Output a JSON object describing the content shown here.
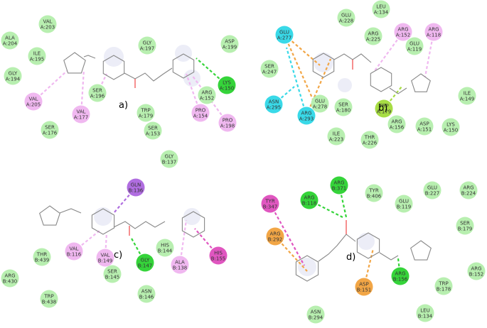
{
  "colors": {
    "green_light": "#b8efb0",
    "green_bright": "#35d43a",
    "pink": "#f0b8f0",
    "pink_dark": "#e056c0",
    "purple": "#b06de0",
    "cyan": "#39d9e8",
    "orange": "#f2a646",
    "yellowgreen": "#a7dd44"
  },
  "panels": [
    {
      "label": "a)",
      "residues": [
        {
          "id": "a_ala204",
          "l1": "ALA",
          "l2": "A:204",
          "type": "green_light"
        },
        {
          "id": "a_val203",
          "l1": "VAL",
          "l2": "A:203",
          "type": "green_light"
        },
        {
          "id": "a_ile195",
          "l1": "ILE",
          "l2": "A:195",
          "type": "green_light"
        },
        {
          "id": "a_gly194",
          "l1": "GLY",
          "l2": "A:194",
          "type": "green_light"
        },
        {
          "id": "a_val205",
          "l1": "VAL",
          "l2": "A:205",
          "type": "pink"
        },
        {
          "id": "a_ser176",
          "l1": "SER",
          "l2": "A:176",
          "type": "green_light"
        },
        {
          "id": "a_val177",
          "l1": "VAL",
          "l2": "A:177",
          "type": "pink"
        },
        {
          "id": "a_ser196",
          "l1": "SER",
          "l2": "A:196",
          "type": "green_light"
        },
        {
          "id": "a_gly197",
          "l1": "GLY",
          "l2": "A:197",
          "type": "green_light"
        },
        {
          "id": "a_asp199",
          "l1": "ASP",
          "l2": "A:199",
          "type": "green_light"
        },
        {
          "id": "a_lys150",
          "l1": "LYS",
          "l2": "A:150",
          "type": "green_bright"
        },
        {
          "id": "a_arg152",
          "l1": "ARG",
          "l2": "A:152",
          "type": "green_light"
        },
        {
          "id": "a_pro154",
          "l1": "PRO",
          "l2": "A:154",
          "type": "pink"
        },
        {
          "id": "a_pro198",
          "l1": "PRO",
          "l2": "A:198",
          "type": "pink"
        },
        {
          "id": "a_trp179",
          "l1": "TRP",
          "l2": "A:179",
          "type": "green_light"
        },
        {
          "id": "a_ser153",
          "l1": "SER",
          "l2": "A:153",
          "type": "green_light"
        }
      ]
    },
    {
      "label": "b)",
      "residues": [
        {
          "id": "b_leu134",
          "l1": "LEU",
          "l2": "A:134",
          "type": "green_light"
        },
        {
          "id": "b_glu228",
          "l1": "GLU",
          "l2": "A:228",
          "type": "green_light"
        },
        {
          "id": "b_glu277",
          "l1": "GLU",
          "l2": "A:277",
          "type": "cyan"
        },
        {
          "id": "b_arg225",
          "l1": "ARG",
          "l2": "A:225",
          "type": "green_light"
        },
        {
          "id": "b_arg152",
          "l1": "ARG",
          "l2": "A:152",
          "type": "pink"
        },
        {
          "id": "b_arg118",
          "l1": "ARG",
          "l2": "A:118",
          "type": "pink"
        },
        {
          "id": "b_glu119",
          "l1": "GLU",
          "l2": "A:119",
          "type": "green_light"
        },
        {
          "id": "b_ser247",
          "l1": "SER",
          "l2": "A:247",
          "type": "green_light"
        },
        {
          "id": "b_asn295",
          "l1": "ASN",
          "l2": "A:295",
          "type": "cyan"
        },
        {
          "id": "b_glu278",
          "l1": "GLU",
          "l2": "A:278",
          "type": "green_light"
        },
        {
          "id": "b_arg293",
          "l1": "ARG",
          "l2": "A:293",
          "type": "cyan"
        },
        {
          "id": "b_ser180",
          "l1": "SER",
          "l2": "A:180",
          "type": "green_light"
        },
        {
          "id": "b_trp179",
          "l1": "TRP",
          "l2": "A:179",
          "type": "yellowgreen"
        },
        {
          "id": "b_ile149",
          "l1": "ILE",
          "l2": "A:149",
          "type": "green_light"
        },
        {
          "id": "b_ile223",
          "l1": "ILE",
          "l2": "A:223",
          "type": "green_light"
        },
        {
          "id": "b_thr226",
          "l1": "THR",
          "l2": "A:226",
          "type": "green_light"
        },
        {
          "id": "b_arg156",
          "l1": "ARG",
          "l2": "A:156",
          "type": "green_light"
        },
        {
          "id": "b_asp151",
          "l1": "ASP",
          "l2": "A:151",
          "type": "green_light"
        },
        {
          "id": "b_lys150",
          "l1": "LYS",
          "l2": "A:150",
          "type": "green_light"
        }
      ]
    },
    {
      "label": "c)",
      "residues": [
        {
          "id": "c_gly137",
          "l1": "GLY",
          "l2": "B:137",
          "type": "green_light"
        },
        {
          "id": "c_gln136",
          "l1": "GLN",
          "l2": "B:136",
          "type": "purple"
        },
        {
          "id": "c_thr439",
          "l1": "THR",
          "l2": "B:439",
          "type": "green_light"
        },
        {
          "id": "c_arg430",
          "l1": "ARG",
          "l2": "B:430",
          "type": "green_light"
        },
        {
          "id": "c_trp438",
          "l1": "TRP",
          "l2": "B:438",
          "type": "green_light"
        },
        {
          "id": "c_val116",
          "l1": "VAL",
          "l2": "B:116",
          "type": "pink"
        },
        {
          "id": "c_val149",
          "l1": "VAL",
          "l2": "B:149",
          "type": "pink"
        },
        {
          "id": "c_ser145",
          "l1": "SER",
          "l2": "B:145",
          "type": "green_light"
        },
        {
          "id": "c_gly147",
          "l1": "GLY",
          "l2": "B:147",
          "type": "green_bright"
        },
        {
          "id": "c_his144",
          "l1": "HIS",
          "l2": "B:144",
          "type": "green_light"
        },
        {
          "id": "c_ala138",
          "l1": "ALA",
          "l2": "B:138",
          "type": "pink"
        },
        {
          "id": "c_his155",
          "l1": "HIS",
          "l2": "B:155",
          "type": "pink_dark"
        },
        {
          "id": "c_asn146",
          "l1": "ASN",
          "l2": "B:146",
          "type": "green_light"
        }
      ]
    },
    {
      "label": "d)",
      "residues": [
        {
          "id": "d_arg371",
          "l1": "ARG",
          "l2": "B:371",
          "type": "green_bright"
        },
        {
          "id": "d_arg118",
          "l1": "ARG",
          "l2": "B:118",
          "type": "green_bright"
        },
        {
          "id": "d_tyr406",
          "l1": "TYR",
          "l2": "B:406",
          "type": "green_light"
        },
        {
          "id": "d_glu227",
          "l1": "GLU",
          "l2": "B:227",
          "type": "green_light"
        },
        {
          "id": "d_arg224",
          "l1": "ARG",
          "l2": "B:224",
          "type": "green_light"
        },
        {
          "id": "d_glu119",
          "l1": "GLU",
          "l2": "B:119",
          "type": "green_light"
        },
        {
          "id": "d_tyr347",
          "l1": "TYR",
          "l2": "B:347",
          "type": "pink_dark"
        },
        {
          "id": "d_arg292",
          "l1": "ARG",
          "l2": "B:292",
          "type": "orange"
        },
        {
          "id": "d_ser179",
          "l1": "SER",
          "l2": "B:179",
          "type": "green_light"
        },
        {
          "id": "d_arg152",
          "l1": "ARG",
          "l2": "B:152",
          "type": "green_light"
        },
        {
          "id": "d_trp178",
          "l1": "TRP",
          "l2": "B:178",
          "type": "green_light"
        },
        {
          "id": "d_arg156",
          "l1": "ARG",
          "l2": "B:156",
          "type": "green_bright"
        },
        {
          "id": "d_asp151",
          "l1": "ASP",
          "l2": "B:151",
          "type": "orange"
        },
        {
          "id": "d_asn294",
          "l1": "ASN",
          "l2": "B:294",
          "type": "green_light"
        },
        {
          "id": "d_leu134",
          "l1": "LEU",
          "l2": "B:134",
          "type": "green_light"
        }
      ]
    }
  ]
}
